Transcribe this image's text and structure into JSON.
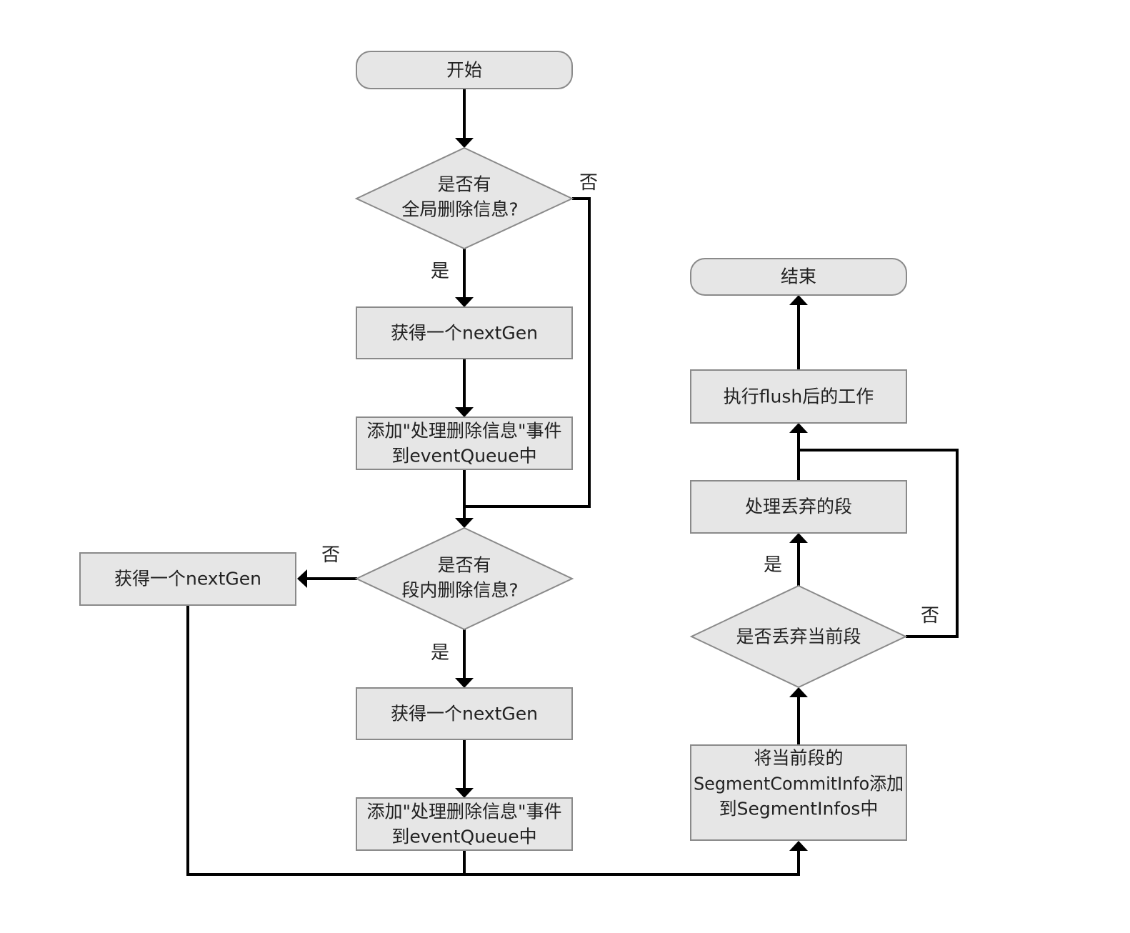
{
  "diagram": {
    "start": {
      "label": "开始"
    },
    "q_global": {
      "line1": "是否有",
      "line2": "全局删除信息?"
    },
    "get_gen_1": {
      "label": "获得一个nextGen"
    },
    "add_event_1": {
      "line1": "添加\"处理删除信息\"事件",
      "line2": "到eventQueue中"
    },
    "q_segment": {
      "line1": "是否有",
      "line2": "段内删除信息?"
    },
    "get_gen_2": {
      "label": "获得一个nextGen"
    },
    "add_event_2": {
      "line1": "添加\"处理删除信息\"事件",
      "line2": "到eventQueue中"
    },
    "get_gen_left": {
      "label": "获得一个nextGen"
    },
    "add_seg_info": {
      "line1": "将当前段的",
      "line2": "SegmentCommitInfo添加",
      "line3": "到SegmentInfos中"
    },
    "q_drop": {
      "label": "是否丢弃当前段"
    },
    "handle_drop": {
      "label": "处理丢弃的段"
    },
    "post_flush": {
      "label": "执行flush后的工作"
    },
    "end": {
      "label": "结束"
    }
  },
  "edge_labels": {
    "global_yes": "是",
    "global_no": "否",
    "segment_yes": "是",
    "segment_no": "否",
    "drop_yes": "是",
    "drop_no": "否"
  },
  "colors": {
    "node_fill": "#e6e6e6",
    "node_stroke": "#8a8a8a",
    "edge": "#000000",
    "text": "#222222"
  }
}
